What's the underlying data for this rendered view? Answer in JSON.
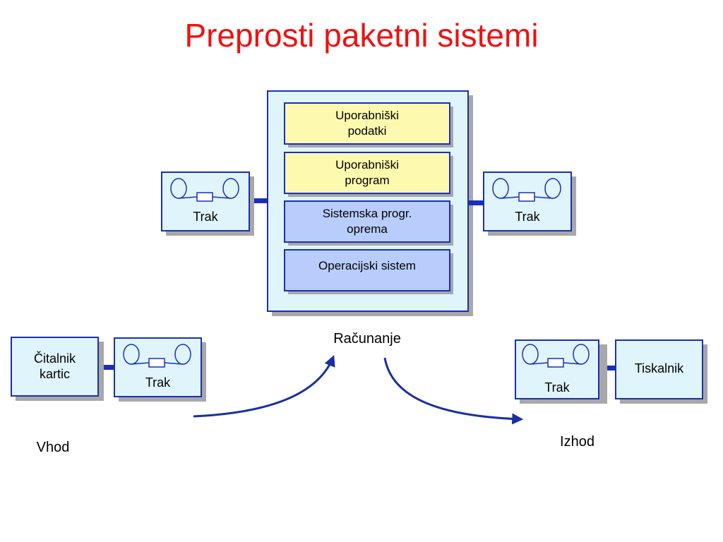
{
  "title": "Preprosti paketni sistemi",
  "computer": {
    "layers": [
      {
        "line1": "Uporabniški",
        "line2": "podatki"
      },
      {
        "line1": "Uporabniški",
        "line2": "program"
      },
      {
        "line1": "Sistemska progr.",
        "line2": "oprema"
      },
      {
        "line1": "Operacijski sistem",
        "line2": ""
      }
    ],
    "caption": "Računanje"
  },
  "tapes": {
    "left": "Trak",
    "right": "Trak",
    "input": "Trak",
    "output": "Trak"
  },
  "input": {
    "reader_line1": "Čitalnik",
    "reader_line2": "kartic",
    "caption": "Vhod"
  },
  "output": {
    "printer": "Tiskalnik",
    "caption": "Izhod"
  },
  "colors": {
    "title": "#ee1111",
    "box_border": "#1a2fb8",
    "box_fill": "#dff5fb",
    "shadow": "#a8a8a8",
    "yellow_layer": "#fdfab0",
    "blue_layer": "#b9cdfc",
    "arrow": "#1a2fa0"
  }
}
